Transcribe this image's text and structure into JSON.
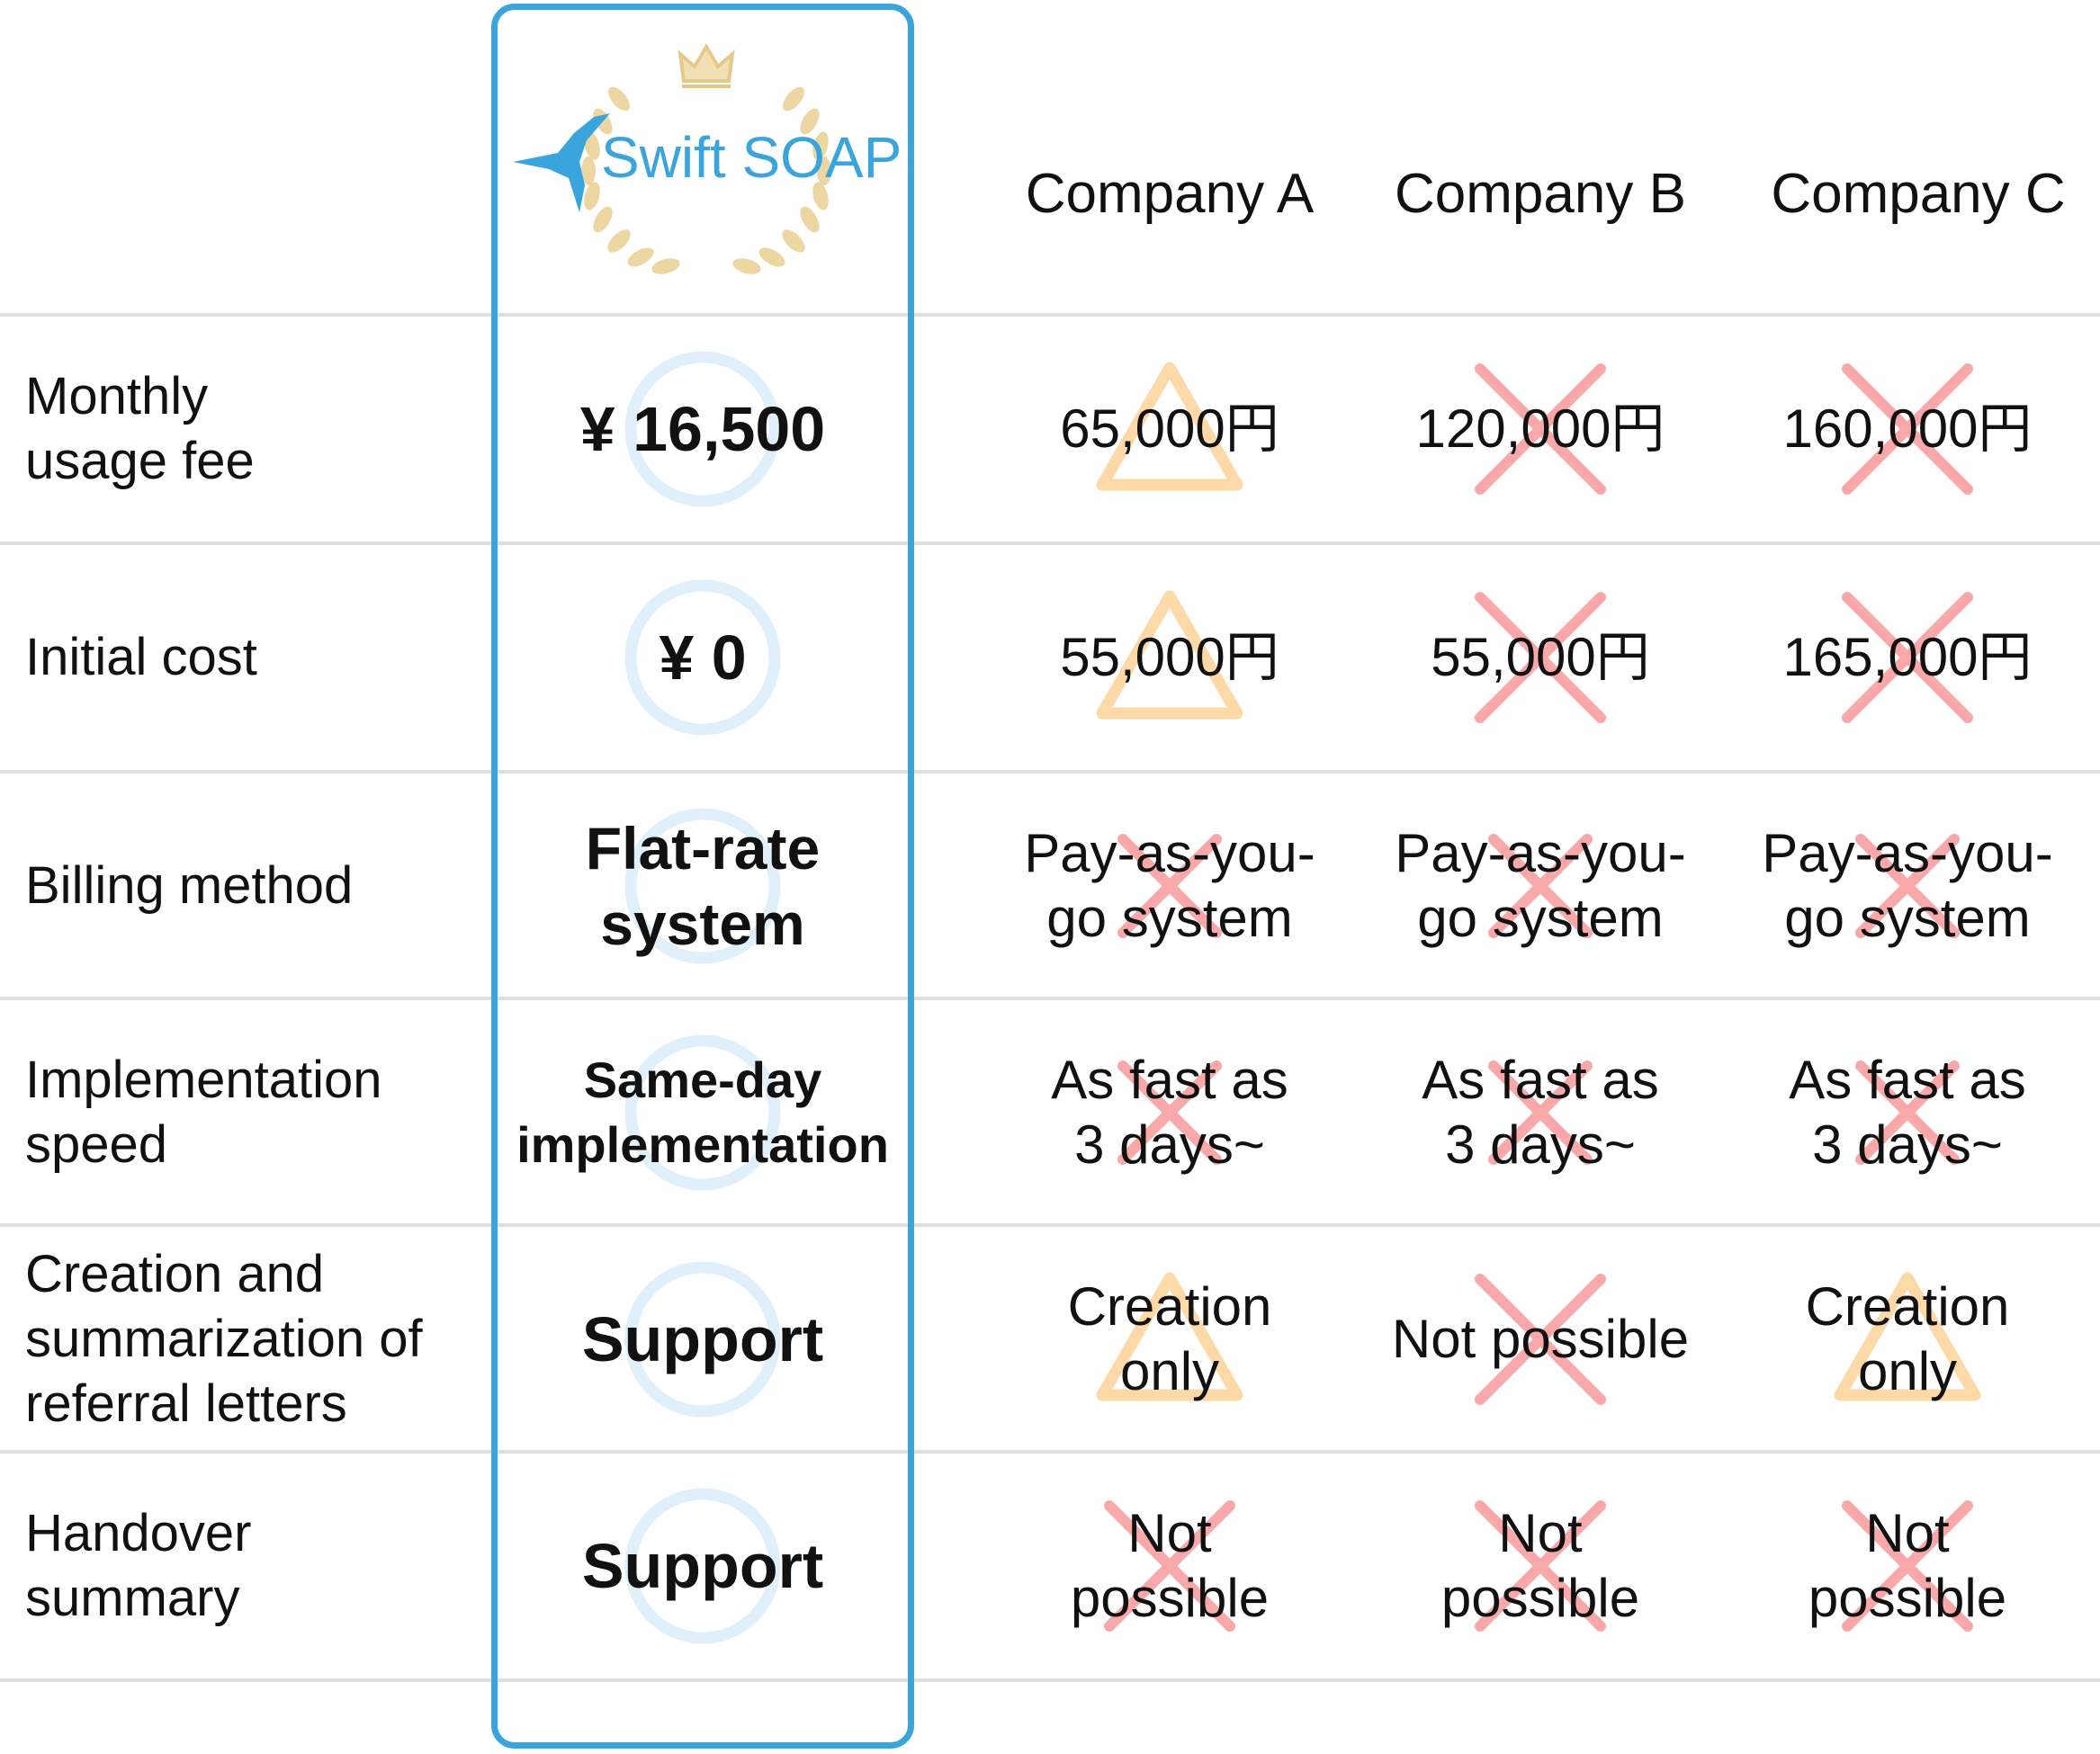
{
  "header": {
    "logo_text": "Swift SOAP",
    "companies": [
      "Company A",
      "Company B",
      "Company C"
    ]
  },
  "rows": [
    {
      "label": [
        "Monthly",
        "usage fee"
      ],
      "swift": [
        "¥ 16,500"
      ],
      "competitors": [
        {
          "text": [
            "65,000円"
          ],
          "mark": "triangle"
        },
        {
          "text": [
            "120,000円"
          ],
          "mark": "cross"
        },
        {
          "text": [
            "160,000円"
          ],
          "mark": "cross"
        }
      ]
    },
    {
      "label": [
        "Initial cost"
      ],
      "swift": [
        "¥ 0"
      ],
      "competitors": [
        {
          "text": [
            "55,000円"
          ],
          "mark": "triangle"
        },
        {
          "text": [
            "55,000円"
          ],
          "mark": "cross"
        },
        {
          "text": [
            "165,000円"
          ],
          "mark": "cross"
        }
      ]
    },
    {
      "label": [
        "Billing method"
      ],
      "swift": [
        "Flat-rate",
        "system"
      ],
      "competitors": [
        {
          "text": [
            "Pay-as-you-",
            "go system"
          ],
          "mark": "cross"
        },
        {
          "text": [
            "Pay-as-you-",
            "go system"
          ],
          "mark": "cross"
        },
        {
          "text": [
            "Pay-as-you-",
            "go system"
          ],
          "mark": "cross"
        }
      ]
    },
    {
      "label": [
        "Implementation",
        "speed"
      ],
      "swift": [
        "Same-day",
        "implementation"
      ],
      "competitors": [
        {
          "text": [
            "As fast as",
            "3 days~"
          ],
          "mark": "cross"
        },
        {
          "text": [
            "As fast as",
            "3 days~"
          ],
          "mark": "cross"
        },
        {
          "text": [
            "As fast as",
            "3 days~"
          ],
          "mark": "cross"
        }
      ]
    },
    {
      "label": [
        "Creation and",
        "summarization of",
        "referral letters"
      ],
      "swift": [
        "Support"
      ],
      "competitors": [
        {
          "text": [
            "Creation",
            "only"
          ],
          "mark": "triangle"
        },
        {
          "text": [
            "Not possible"
          ],
          "mark": "cross"
        },
        {
          "text": [
            "Creation",
            "only"
          ],
          "mark": "triangle"
        }
      ]
    },
    {
      "label": [
        "Handover",
        "summary"
      ],
      "swift": [
        "Support"
      ],
      "competitors": [
        {
          "text": [
            "Not",
            "possible"
          ],
          "mark": "cross"
        },
        {
          "text": [
            "Not",
            "possible"
          ],
          "mark": "cross"
        },
        {
          "text": [
            "Not",
            "possible"
          ],
          "mark": "cross"
        }
      ]
    }
  ],
  "colors": {
    "highlight_border": "#3aa5dd",
    "circle": "#dff0fa",
    "triangle": "#fcd9a6",
    "cross": "#f8a8a8",
    "logo_blue": "#3aa5dd",
    "laurel_gold": "#e6c98a"
  }
}
